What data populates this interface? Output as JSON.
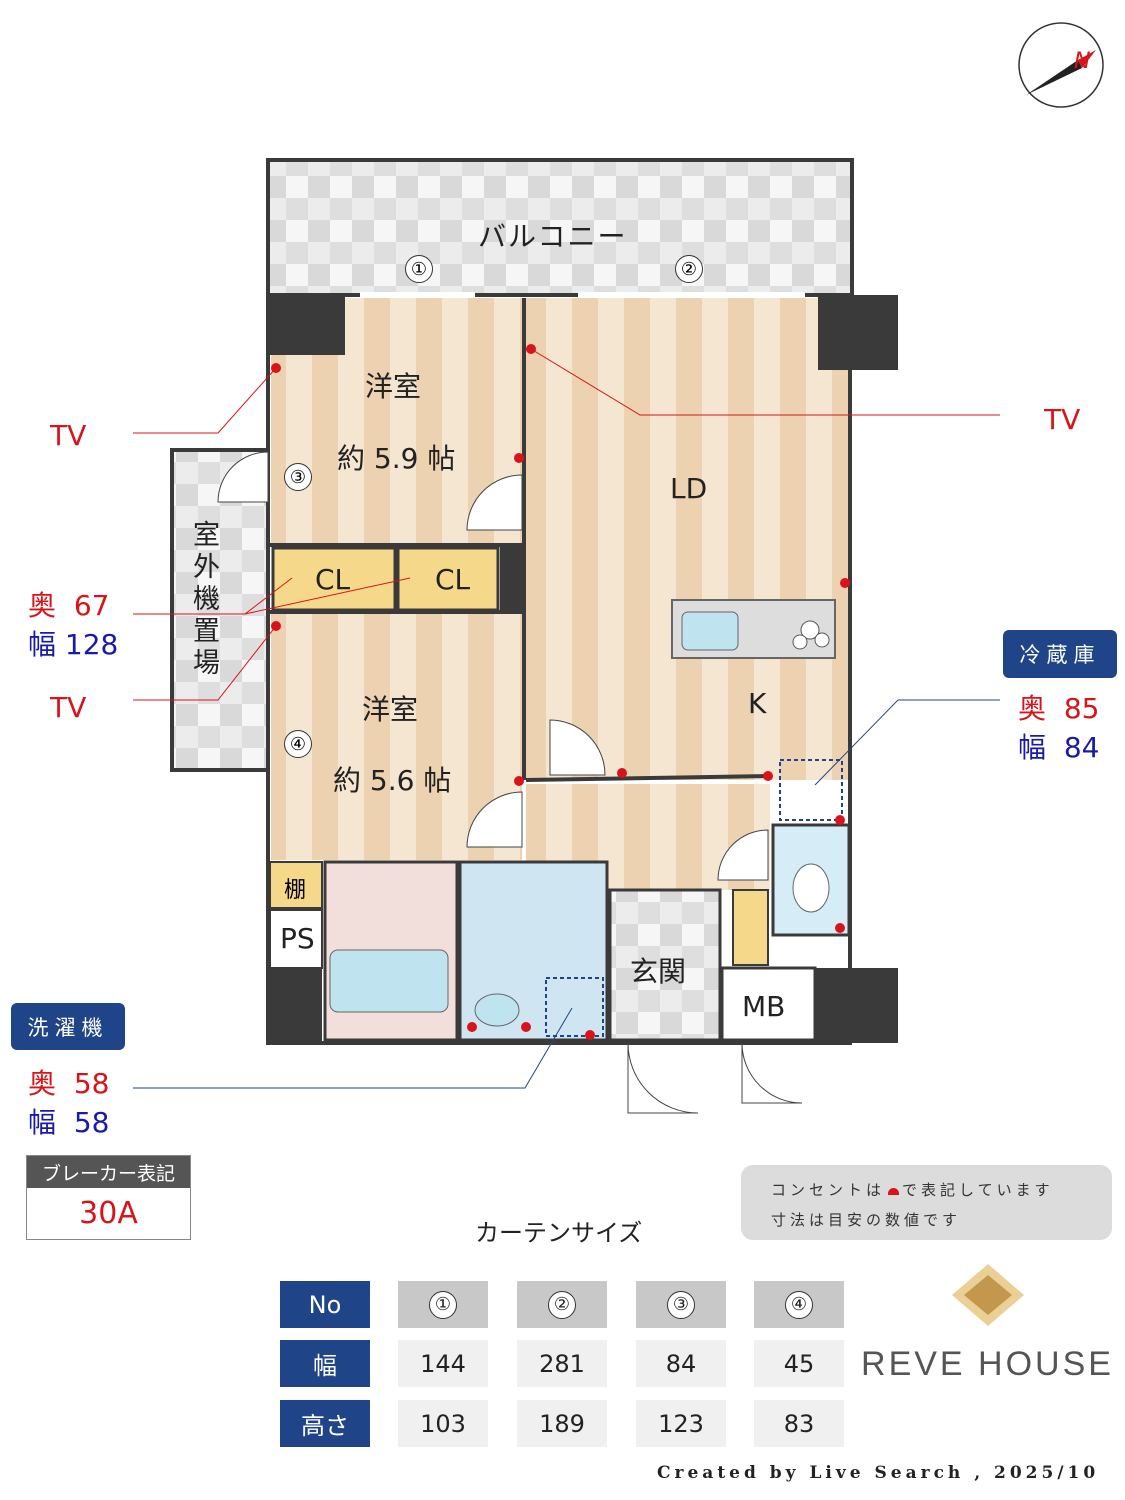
{
  "plan": {
    "balcony": "バルコニー",
    "window_marks": [
      "①",
      "②",
      "③",
      "④"
    ],
    "room1": {
      "name": "洋室",
      "size": "約 5.9 帖"
    },
    "room2": {
      "name": "洋室",
      "size": "約 5.6 帖"
    },
    "ld": "LD",
    "k": "K",
    "closets": [
      "CL",
      "CL"
    ],
    "outdoor_unit": "室外機置場",
    "shelf": "棚",
    "ps": "PS",
    "entrance": "玄関",
    "mb": "MB",
    "colors": {
      "outlet": "#d8141a",
      "floor_wood": "#f2dcc0",
      "wall": "#3a3a3a",
      "tag": "#1f4588"
    }
  },
  "callouts": {
    "tv_left_top": "TV",
    "tv_left_bottom": "TV",
    "tv_right": "TV",
    "closet": {
      "depth_label": "奥",
      "depth": "67",
      "width_label": "幅",
      "width": "128"
    },
    "fridge": {
      "title": "冷蔵庫",
      "depth_label": "奥",
      "depth": "85",
      "width_label": "幅",
      "width": "84"
    },
    "washer": {
      "title": "洗濯機",
      "depth_label": "奥",
      "depth": "58",
      "width_label": "幅",
      "width": "58"
    }
  },
  "breaker": {
    "title": "ブレーカー表記",
    "value": "30A"
  },
  "notes": {
    "line1_a": "コンセントは",
    "line1_b": "で表記しています",
    "line2": "寸法は目安の数値です"
  },
  "curtain": {
    "title": "カーテンサイズ",
    "row_headers": [
      "No",
      "幅",
      "高さ"
    ],
    "columns": [
      {
        "no": "①",
        "width": "144",
        "height": "103"
      },
      {
        "no": "②",
        "width": "281",
        "height": "189"
      },
      {
        "no": "③",
        "width": "84",
        "height": "123"
      },
      {
        "no": "④",
        "width": "45",
        "height": "83"
      }
    ]
  },
  "logo": "REVE HOUSE",
  "credit": "Created by Live Search , 2025/10"
}
